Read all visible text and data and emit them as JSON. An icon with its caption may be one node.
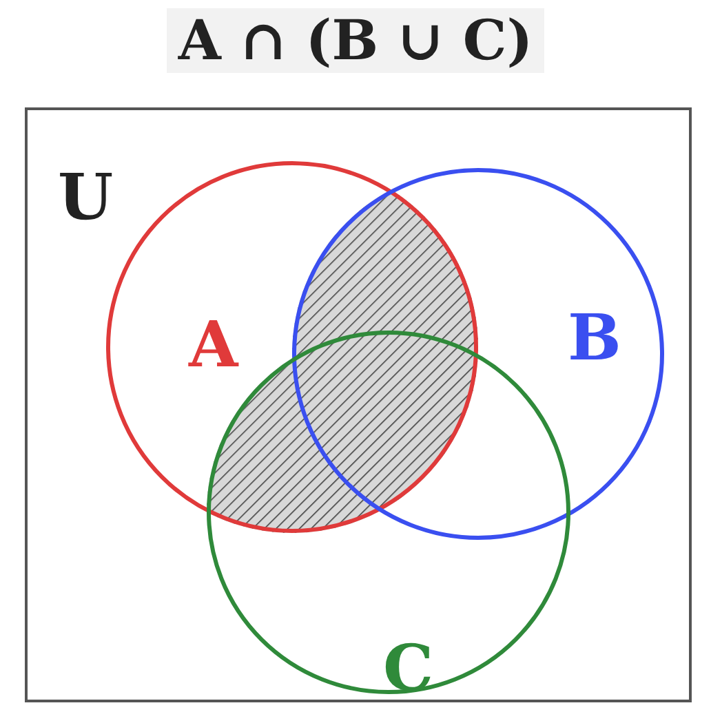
{
  "diagram": {
    "title": "A ∩ (B ∪ C)",
    "nodes": [
      {
        "text": [
          "U"
        ]
      },
      {
        "text": [
          "A"
        ],
        "in": 0
      },
      {
        "text": [
          "B"
        ],
        "in": 0
      },
      {
        "text": [
          "C"
        ],
        "in": 0
      }
    ],
    "edges": []
  }
}
